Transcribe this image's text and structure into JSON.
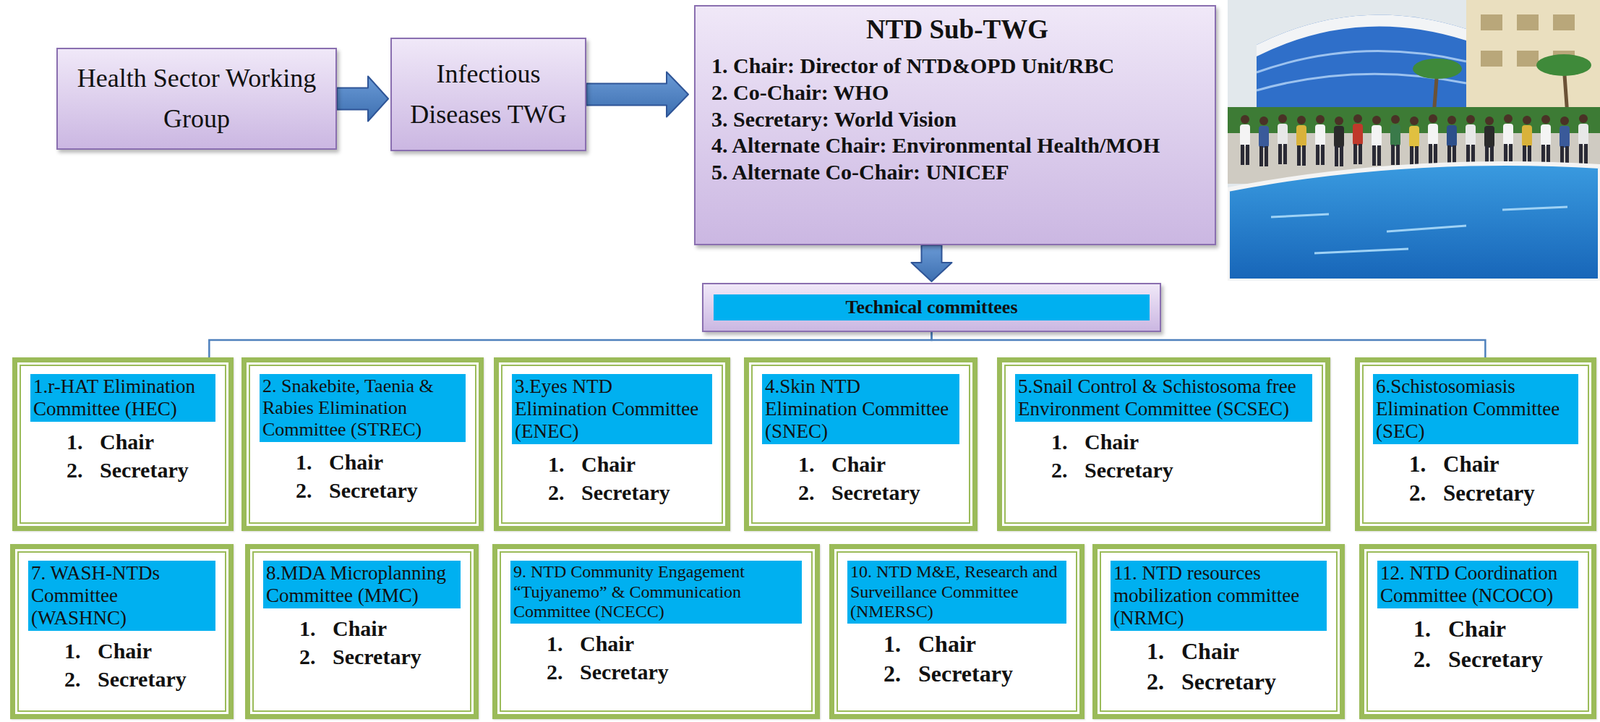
{
  "diagram": {
    "nodes": [
      {
        "text": [
          "Health Sector Working Group"
        ]
      },
      {
        "text": [
          "Infectious Diseases TWG"
        ]
      },
      {
        "text": [
          "NTD Sub-TWG",
          "1. Chair: Director of NTD&OPD Unit/RBC",
          "2. Co-Chair: WHO",
          "3. Secretary: World Vision",
          "4. Alternate Chair: Environmental Health/MOH",
          "5. Alternate Co-Chair: UNICEF"
        ]
      },
      {
        "text": [
          "Technical committees"
        ]
      },
      {
        "text": [
          "1.r-HAT Elimination Committee (HEC)",
          "1. Chair",
          "2. Secretary"
        ]
      },
      {
        "text": [
          "2. Snakebite, Taenia & Rabies Elimination Committee (STREC)",
          "1. Chair",
          "2. Secretary"
        ]
      },
      {
        "text": [
          "3.Eyes NTD Elimination Committee (ENEC)",
          "1. Chair",
          "2. Secretary"
        ]
      },
      {
        "text": [
          "4.Skin NTD Elimination Committee (SNEC)",
          "1. Chair",
          "2. Secretary"
        ]
      },
      {
        "text": [
          "5.Snail Control & Schistosoma free Environment Committee (SCSEC)",
          "1. Chair",
          "2. Secretary"
        ]
      },
      {
        "text": [
          "6.Schistosomiasis Elimination Committee (SEC)",
          "1. Chair",
          "2. Secretary"
        ]
      },
      {
        "text": [
          "7. WASH-NTDs Committee (WASHNC)",
          "1. Chair",
          "2. Secretary"
        ]
      },
      {
        "text": [
          "8.MDA Microplanning Committee (MMC)",
          "1. Chair",
          "2. Secretary"
        ]
      },
      {
        "text": [
          "9. NTD Community Engagement “Tujyanemo” & Communication Committee (NCECC)",
          "1. Chair",
          "2. Secretary"
        ]
      },
      {
        "text": [
          "10. NTD M&E, Research and Surveillance Committee (NMERSC)",
          "1. Chair",
          "2. Secretary"
        ]
      },
      {
        "text": [
          "11. NTD resources mobilization committee (NRMC)",
          "1. Chair",
          "2. Secretary"
        ]
      },
      {
        "text": [
          "12. NTD Coordination Committee (NCOCO)",
          "1. Chair",
          "2. Secretary"
        ]
      }
    ],
    "edges": [
      {
        "from": 0,
        "to": 1,
        "arrow": "to"
      },
      {
        "from": 1,
        "to": 2,
        "arrow": "to"
      },
      {
        "from": 2,
        "to": 3,
        "arrow": "to"
      },
      {
        "from": 3,
        "to": 4,
        "arrow": "none"
      },
      {
        "from": 3,
        "to": 9,
        "arrow": "none"
      }
    ]
  }
}
